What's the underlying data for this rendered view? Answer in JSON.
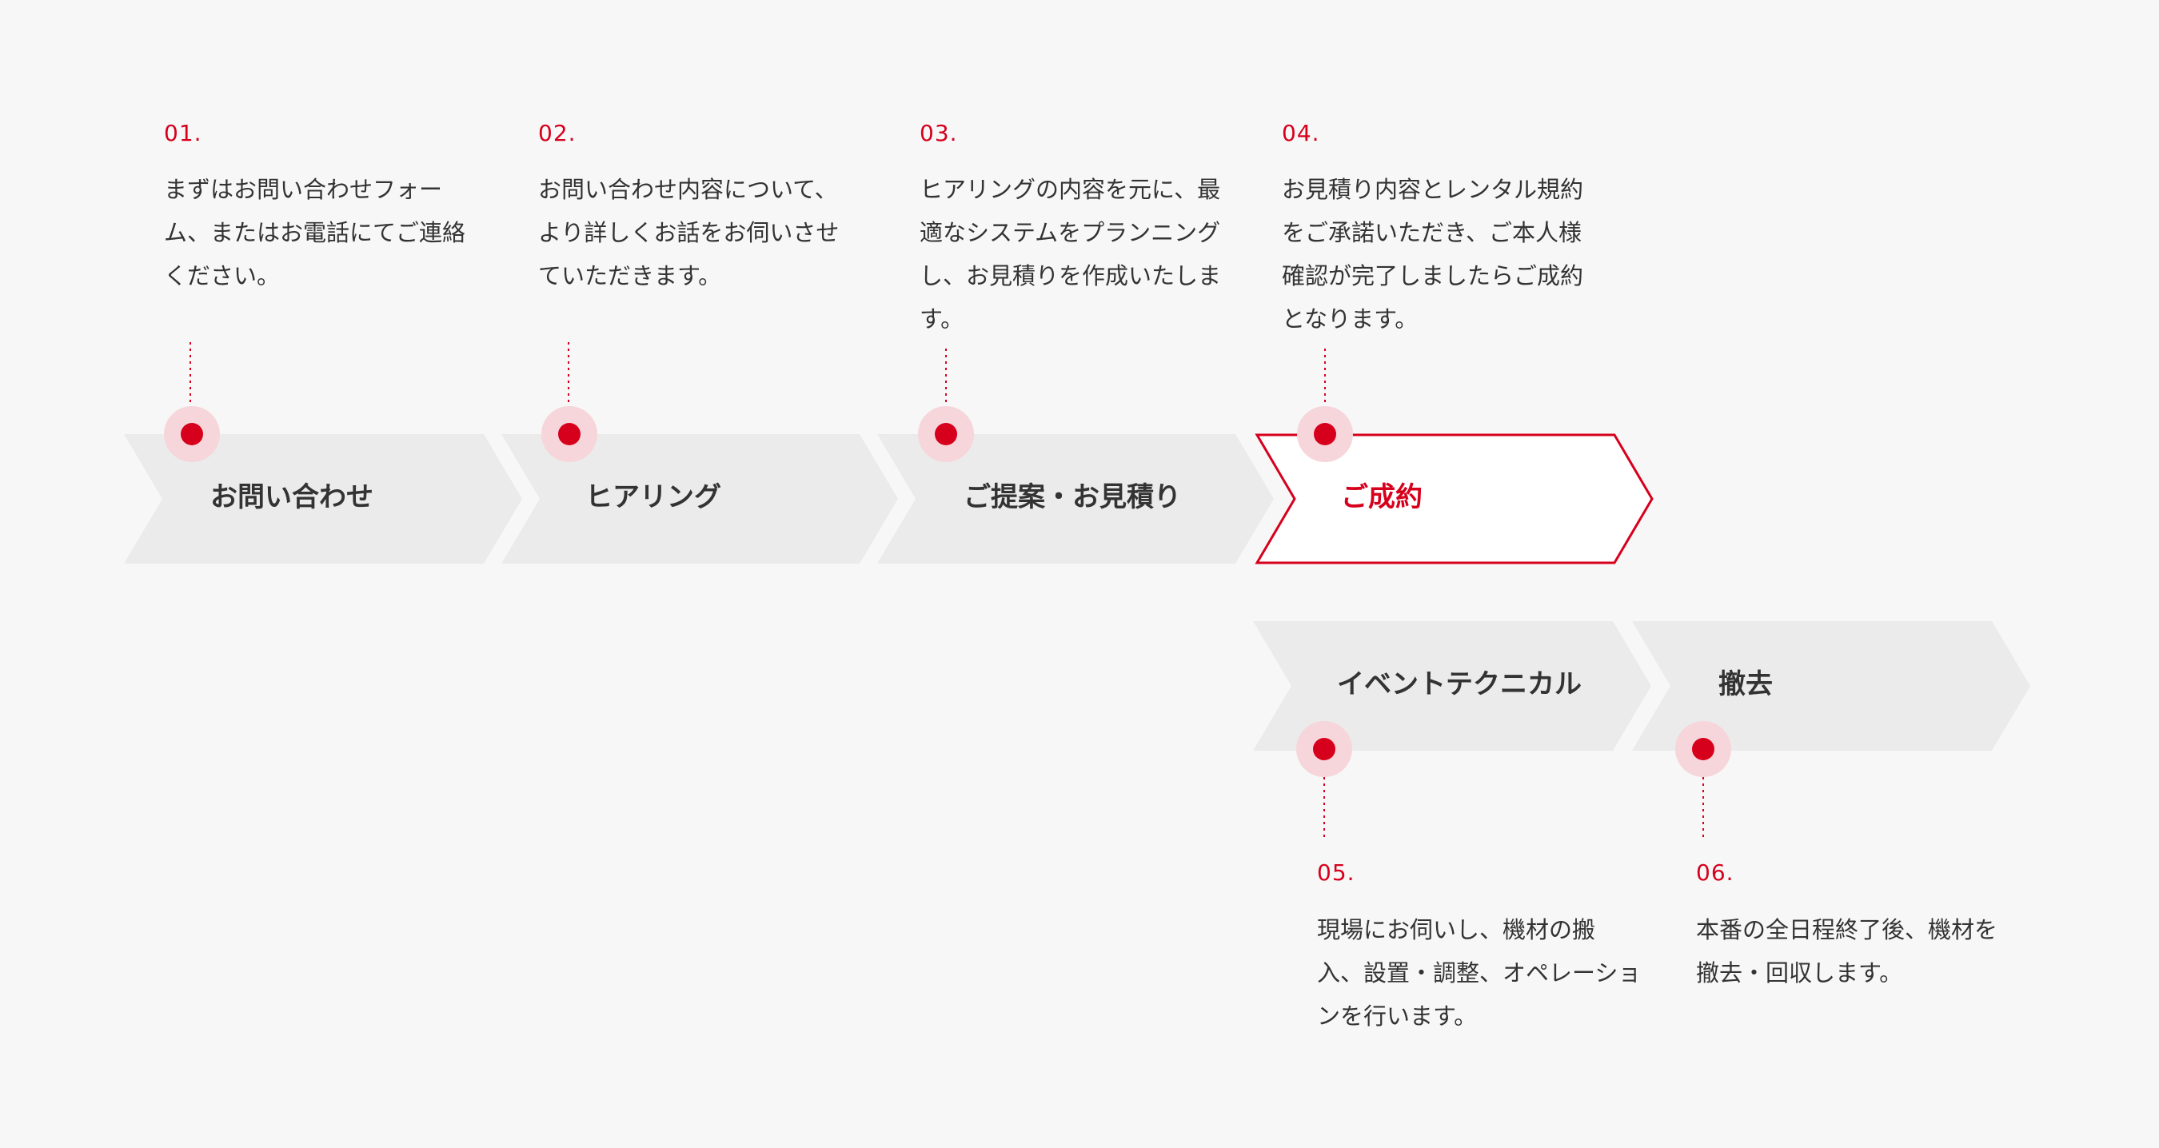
{
  "colors": {
    "accent": "#d7001c",
    "arrow_fill": "#ebebeb",
    "active_fill": "#ffffff",
    "dot_halo": "#f6d6da",
    "text": "#333333",
    "background": "#f7f7f7"
  },
  "steps": [
    {
      "number": "01.",
      "label": "お問い合わせ",
      "description": "まずはお問い合わせフォー\nム、またはお電話にてご連絡\nください。"
    },
    {
      "number": "02.",
      "label": "ヒアリング",
      "description": "お問い合わせ内容について、\nより詳しくお話をお伺いさせ\nていただきます。"
    },
    {
      "number": "03.",
      "label": "ご提案・お見積り",
      "description": "ヒアリングの内容を元に、最\n適なシステムをプランニング\nし、お見積りを作成いたしま\nす。"
    },
    {
      "number": "04.",
      "label": "ご成約",
      "description": "お見積り内容とレンタル規約\nをご承諾いただき、ご本人様\n確認が完了しましたらご成約\nとなります。",
      "active": true
    },
    {
      "number": "05.",
      "label": "イベントテクニカル",
      "description": "現場にお伺いし、機材の搬\n入、設置・調整、オペレーショ\nンを行います。"
    },
    {
      "number": "06.",
      "label": "撤去",
      "description": "本番の全日程終了後、機材を\n撤去・回収します。"
    }
  ]
}
